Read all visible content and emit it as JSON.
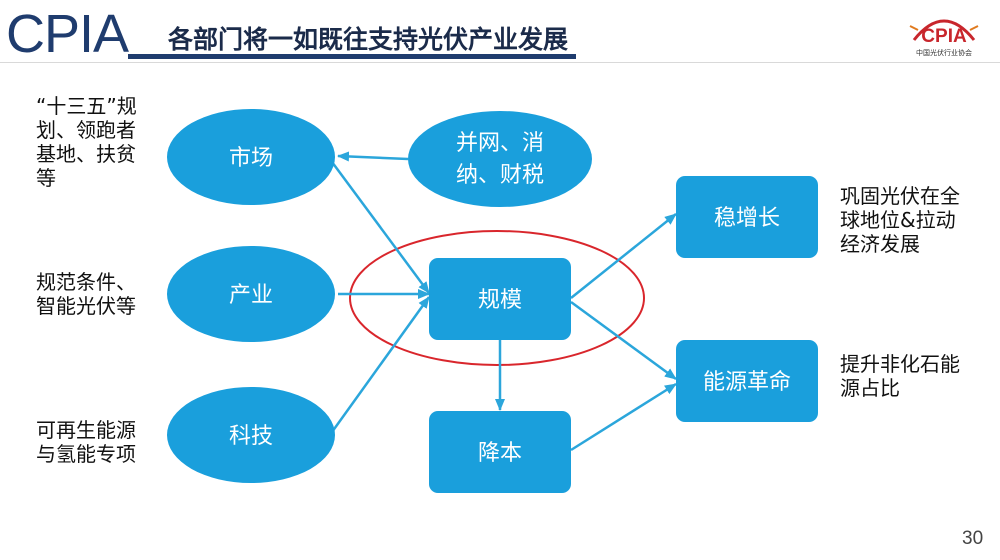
{
  "header": {
    "brand": "CPIA",
    "title": "各部门将一如既往支持光伏产业发展",
    "logo_text": "CPIA",
    "logo_org": "中国光伏行业协会"
  },
  "colors": {
    "node_fill": "#1a9fdc",
    "arrow": "#2ba6db",
    "highlight_ellipse": "#d9262c",
    "brand_blue": "#1f3c6e",
    "logo_red": "#c8262c"
  },
  "diagram": {
    "nodes": {
      "shichang": "市场",
      "chanye": "产业",
      "keji": "科技",
      "bingwang_line1": "并网、消",
      "bingwang_line2": "纳、财税",
      "guimo": "规模",
      "jiangben": "降本",
      "wenzengzhang": "稳增长",
      "nengyuan": "能源革命"
    },
    "edges": [
      {
        "from": "bingwang",
        "to": "shichang"
      },
      {
        "from": "shichang",
        "to": "guimo"
      },
      {
        "from": "chanye",
        "to": "guimo"
      },
      {
        "from": "keji",
        "to": "guimo"
      },
      {
        "from": "guimo",
        "to": "jiangben"
      },
      {
        "from": "guimo",
        "to": "wenzengzhang"
      },
      {
        "from": "guimo",
        "to": "nengyuan"
      },
      {
        "from": "jiangben",
        "to": "nengyuan"
      }
    ]
  },
  "side_notes": {
    "left_top": "“十三五”规\n划、领跑者\n基地、扶贫\n等",
    "left_mid": "规范条件、\n智能光伏等",
    "left_bottom": "可再生能源\n与氢能专项",
    "right_top": "巩固光伏在全\n球地位&拉动\n经济发展",
    "right_bottom": "提升非化石能\n源占比"
  },
  "page_number": "30"
}
